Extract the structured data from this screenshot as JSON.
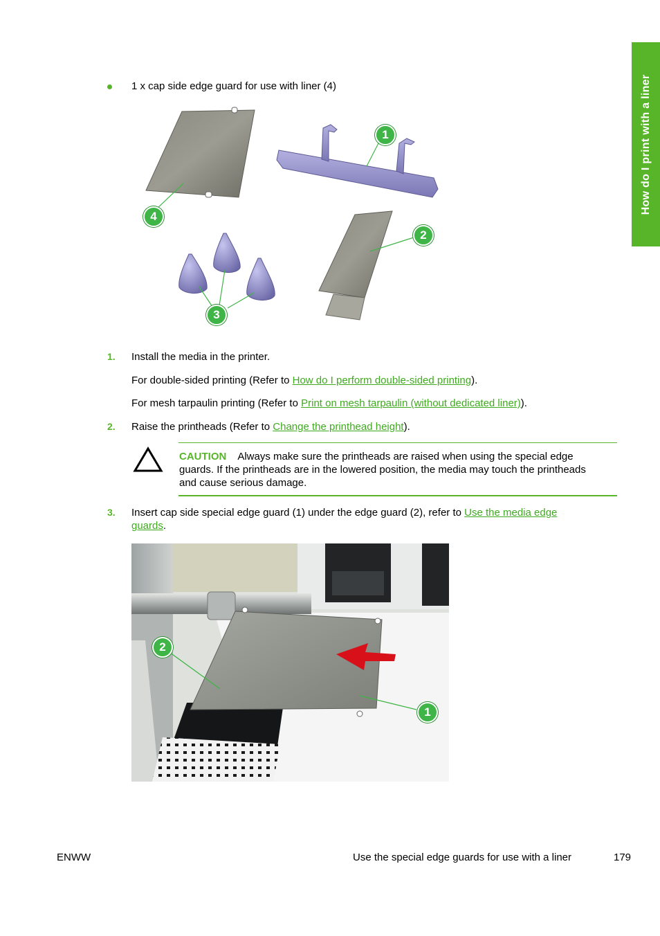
{
  "side_tab": {
    "label": "How do I print with a liner"
  },
  "bullet_item": {
    "text": "1 x cap side edge guard for use with liner (4)"
  },
  "figure1": {
    "callouts": [
      "1",
      "2",
      "3",
      "4"
    ]
  },
  "steps": [
    {
      "number": "1.",
      "text": "Install the media in the printer.",
      "sub": [
        {
          "pre": "For double-sided printing (Refer to ",
          "link": "How do I perform double-sided printing",
          "post": ")."
        },
        {
          "pre": "For mesh tarpaulin printing (Refer to ",
          "link": "Print on mesh tarpaulin (without dedicated liner)",
          "post": ")."
        }
      ]
    },
    {
      "number": "2.",
      "pre": "Raise the printheads (Refer to ",
      "link": "Change the printhead height",
      "post": ")."
    },
    {
      "number": "3.",
      "pre": "Insert cap side special edge guard (1) under the edge guard (2), refer to ",
      "link_a": "Use the media edge",
      "link_b": "guards",
      "post": "."
    }
  ],
  "caution": {
    "label": "CAUTION",
    "line1": "Always make sure the printheads are raised when using the special edge",
    "line2": "guards. If the printheads are in the lowered position, the media may touch the printheads",
    "line3": "and cause serious damage."
  },
  "figure2": {
    "callouts": [
      "2",
      "1"
    ]
  },
  "footer": {
    "left": "ENWW",
    "title": "Use the special edge guards for use with a liner",
    "page": "179"
  }
}
